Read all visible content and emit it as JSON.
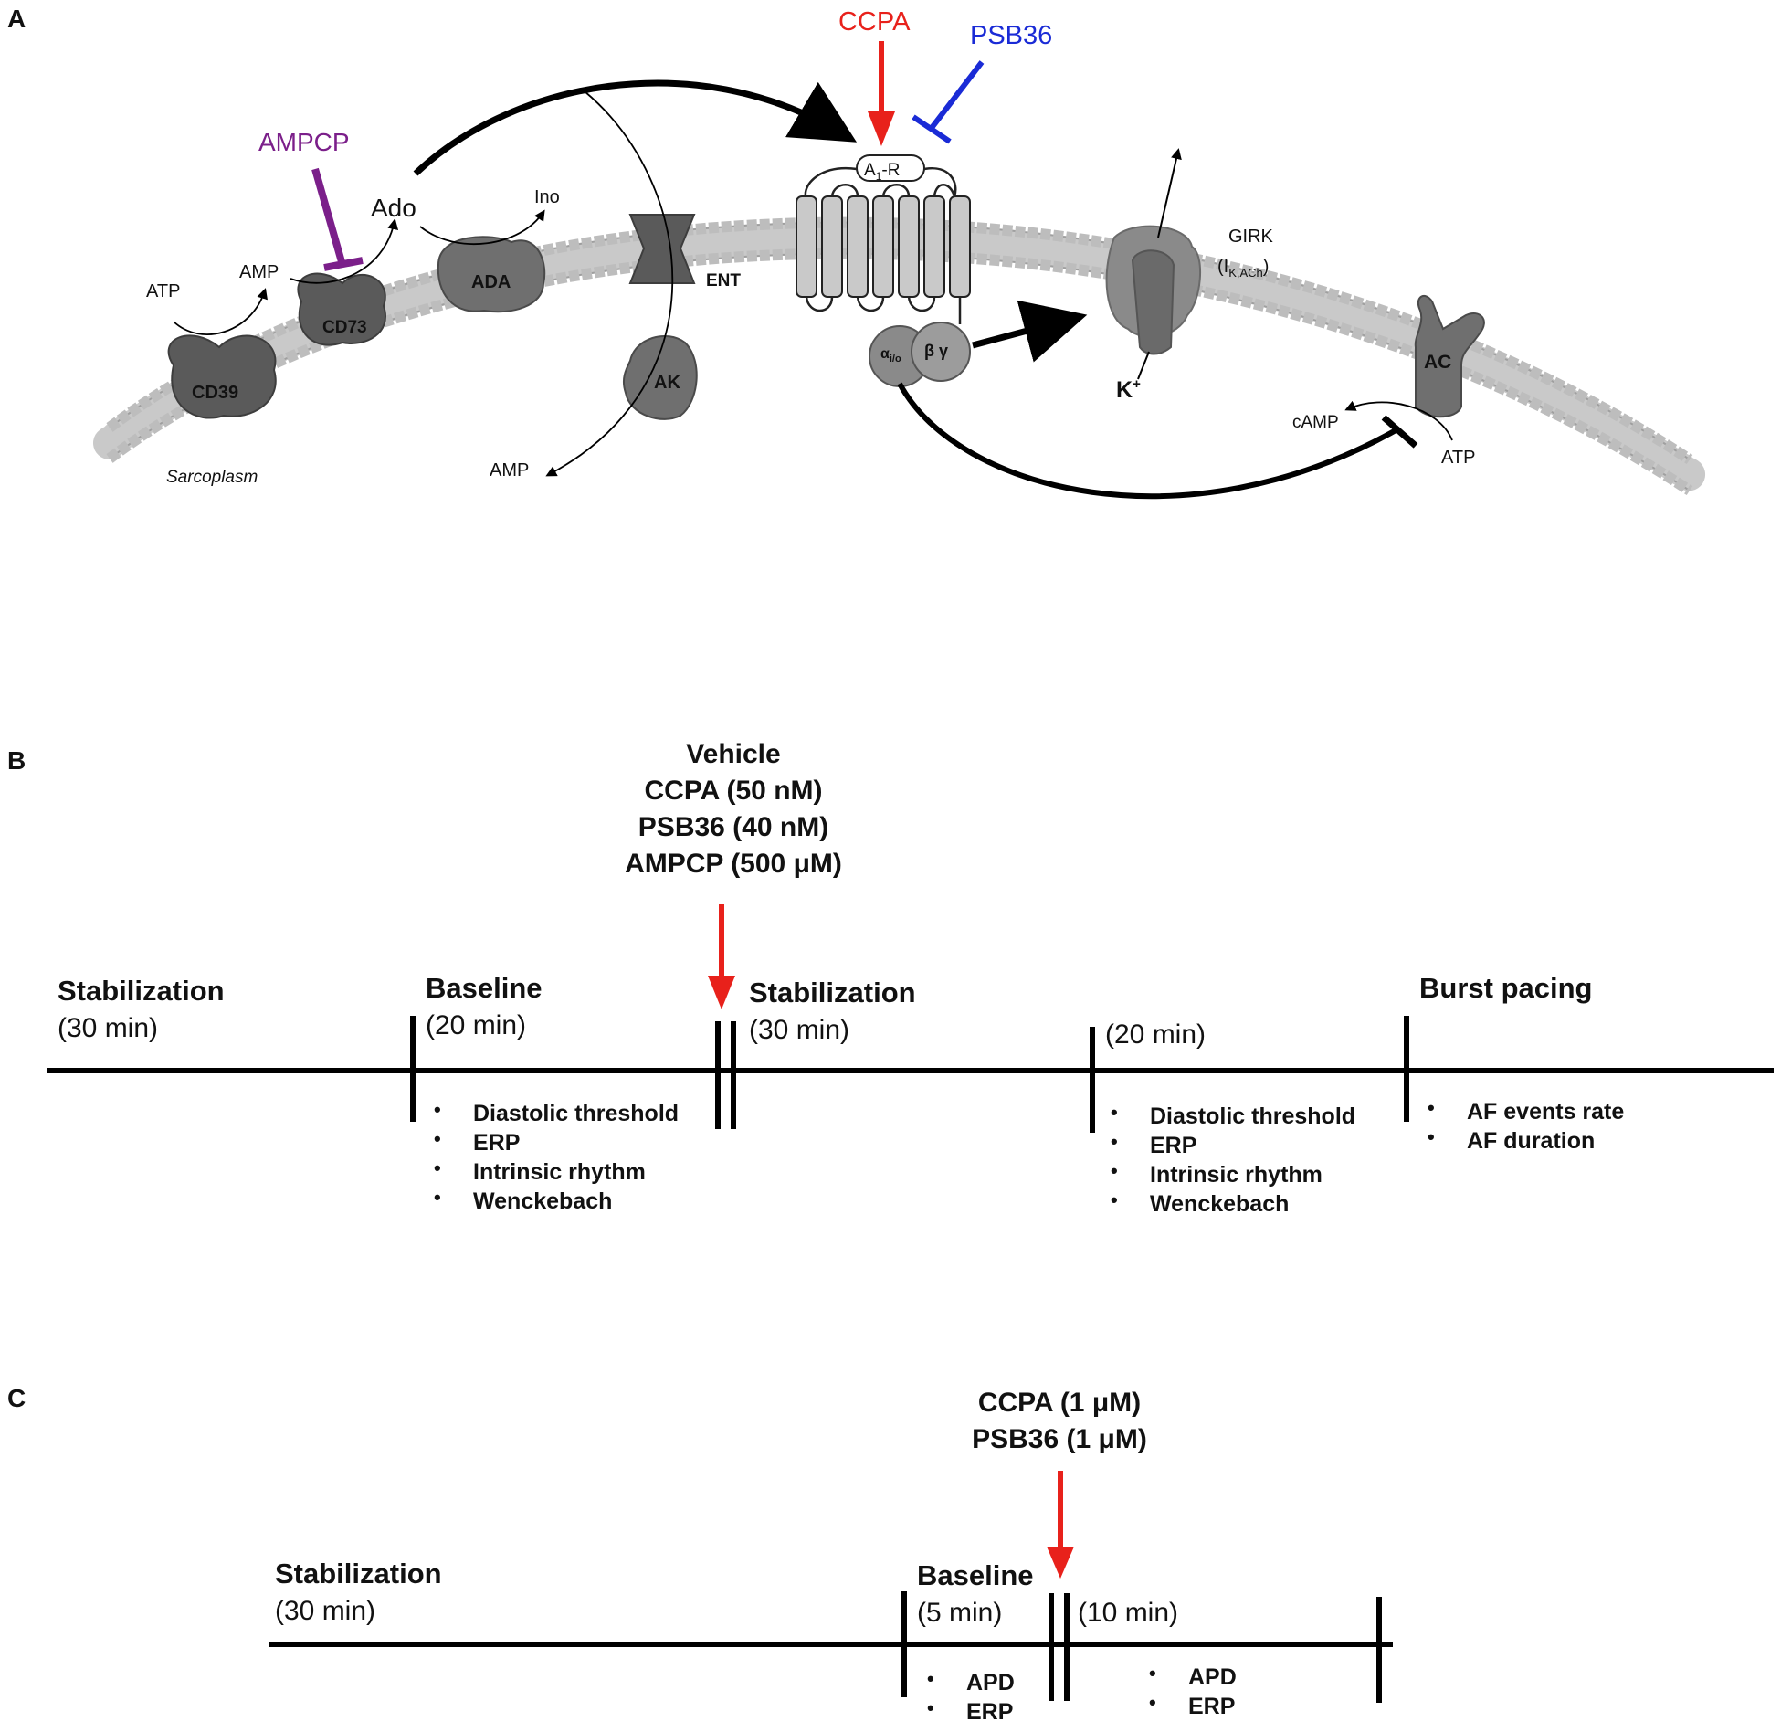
{
  "panels": {
    "a": {
      "letter": "A"
    },
    "b": {
      "letter": "B"
    },
    "c": {
      "letter": "C"
    }
  },
  "pathway": {
    "drugs": {
      "ccpa": "CCPA",
      "psb36": "PSB36",
      "ampcp": "AMPCP"
    },
    "colors": {
      "ccpa": "#e8211b",
      "psb36": "#1a2bd6",
      "ampcp": "#7b1f8a",
      "membrane": "#9a9a9a",
      "protein": "#6f6f6f"
    },
    "labels": {
      "atp1": "ATP",
      "amp1": "AMP",
      "ado": "Ado",
      "ino": "Ino",
      "cd39": "CD39",
      "cd73": "CD73",
      "ada": "ADA",
      "ent": "ENT",
      "ak": "AK",
      "amp2": "AMP",
      "sarcoplasm": "Sarcoplasm",
      "receptor": "A1-R",
      "receptor_main": "A",
      "receptor_sub": "1",
      "receptor_tail": "-R",
      "galpha": "α",
      "galpha_sub": "i/o",
      "gbg": "β γ",
      "girk": "GIRK",
      "girk2_main": "(I",
      "girk2_sub": "K,ACh",
      "girk2_tail": ")",
      "k_main": "K",
      "k_sup": "+",
      "ac": "AC",
      "camp": "cAMP",
      "atp2": "ATP"
    }
  },
  "protocol_b": {
    "treatments": [
      "Vehicle",
      "CCPA (50 nM)",
      "PSB36 (40 nM)",
      "AMPCP (500 μM)"
    ],
    "phases": [
      {
        "title": "Stabilization",
        "duration": "(30 min)"
      },
      {
        "title": "Baseline",
        "duration": "(20 min)",
        "items": [
          "Diastolic threshold",
          "ERP",
          "Intrinsic rhythm",
          "Wenckebach"
        ]
      },
      {
        "title": "Stabilization",
        "duration": "(30 min)"
      },
      {
        "title": "",
        "duration": "(20 min)",
        "items": [
          "Diastolic threshold",
          "ERP",
          "Intrinsic rhythm",
          "Wenckebach"
        ]
      },
      {
        "title": "Burst pacing",
        "items": [
          "AF events rate",
          "AF duration"
        ]
      }
    ]
  },
  "protocol_c": {
    "treatments": [
      "CCPA (1 μM)",
      "PSB36 (1 μM)"
    ],
    "phases": [
      {
        "title": "Stabilization",
        "duration": "(30 min)"
      },
      {
        "title": "Baseline",
        "duration": "(5 min)",
        "items": [
          "APD",
          "ERP"
        ]
      },
      {
        "title": "",
        "duration": "(10 min)",
        "items": [
          "APD",
          "ERP"
        ]
      }
    ]
  },
  "bullet_char": "•"
}
